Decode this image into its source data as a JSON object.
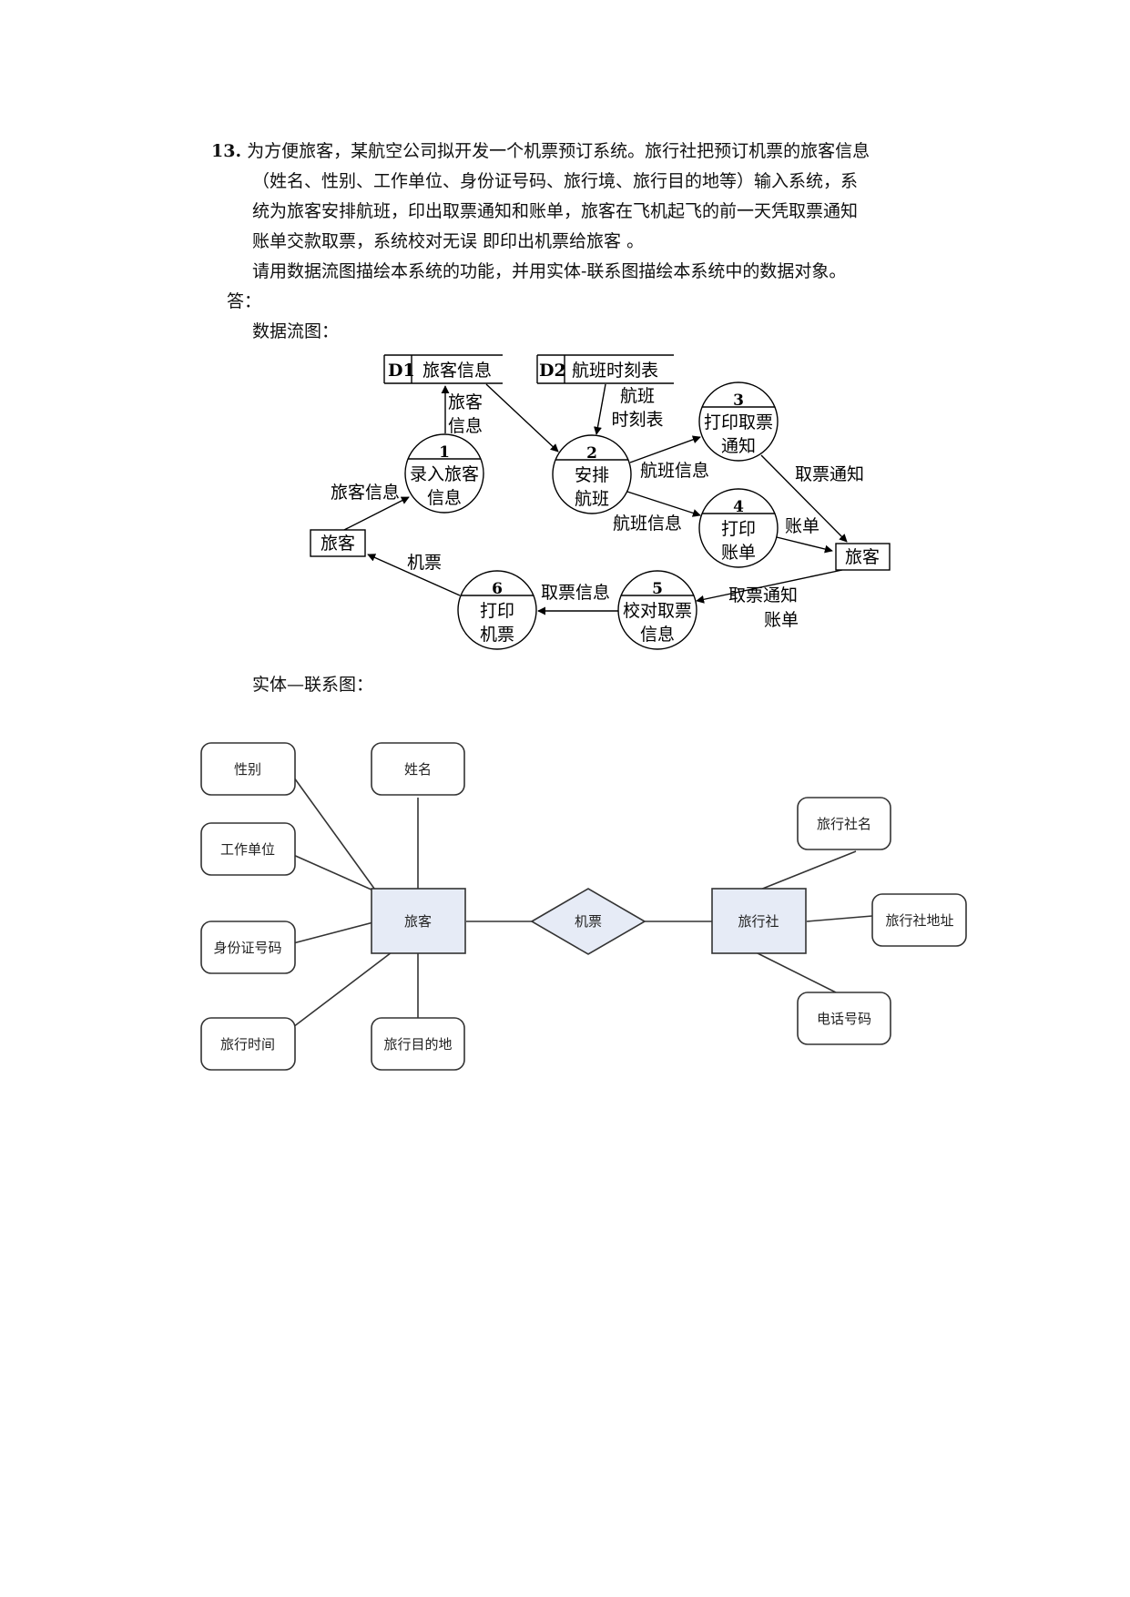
{
  "question": {
    "number": "13.",
    "lines": [
      "为方便旅客，某航空公司拟开发一个机票预订系统。旅行社把预订机票的旅客信息",
      "（姓名、性别、工作单位、身份证号码、旅行境、旅行目的地等）输入系统，系",
      "统为旅客安排航班，印出取票通知和账单，旅客在飞机起飞的前一天凭取票通知",
      "账单交款取票，系统校对无误  即印出机票给旅客  。"
    ],
    "request": "请用数据流图描绘本系统的功能，并用实体-联系图描绘本系统中的数据对象。"
  },
  "answer_label": "答：",
  "dfd_title": "数据流图：",
  "er_title": "实体—联系图：",
  "dfd": {
    "stores": [
      {
        "id": "D1",
        "name": "旅客信息"
      },
      {
        "id": "D2",
        "name": "航班时刻表"
      }
    ],
    "processes": [
      {
        "num": "1",
        "line1": "录入旅客",
        "line2": "信息"
      },
      {
        "num": "2",
        "line1": "安排",
        "line2": "航班"
      },
      {
        "num": "3",
        "line1": "打印取票",
        "line2": "通知"
      },
      {
        "num": "4",
        "line1": "打印",
        "line2": "账单"
      },
      {
        "num": "5",
        "line1": "校对取票",
        "line2": "信息"
      },
      {
        "num": "6",
        "line1": "打印",
        "line2": "机票"
      }
    ],
    "entities": {
      "left": "旅客",
      "right": "旅客"
    },
    "flows": {
      "p1_to_d1_line1": "旅客",
      "p1_to_d1_line2": "信息",
      "d2_to_p2_line1": "航班",
      "d2_to_p2_line2": "时刻表",
      "traveler_to_p1": "旅客信息",
      "p2_to_p3": "航班信息",
      "p2_to_p4": "航班信息",
      "p3_to_traveler": "取票通知",
      "p4_to_traveler": "账单",
      "traveler_to_p5_line1": "取票通知",
      "traveler_to_p5_line2": "账单",
      "p5_to_p6": "取票信息",
      "p6_to_traveler": "机票"
    }
  },
  "er": {
    "entity_traveler": "旅客",
    "relationship": "机票",
    "entity_agency": "旅行社",
    "traveler_attributes": {
      "gender": "性别",
      "name": "姓名",
      "work_unit": "工作单位",
      "id_number": "身份证号码",
      "travel_time": "旅行时间",
      "destination": "旅行目的地"
    },
    "agency_attributes": {
      "agency_name": "旅行社名",
      "agency_address": "旅行社地址",
      "phone": "电话号码"
    }
  }
}
